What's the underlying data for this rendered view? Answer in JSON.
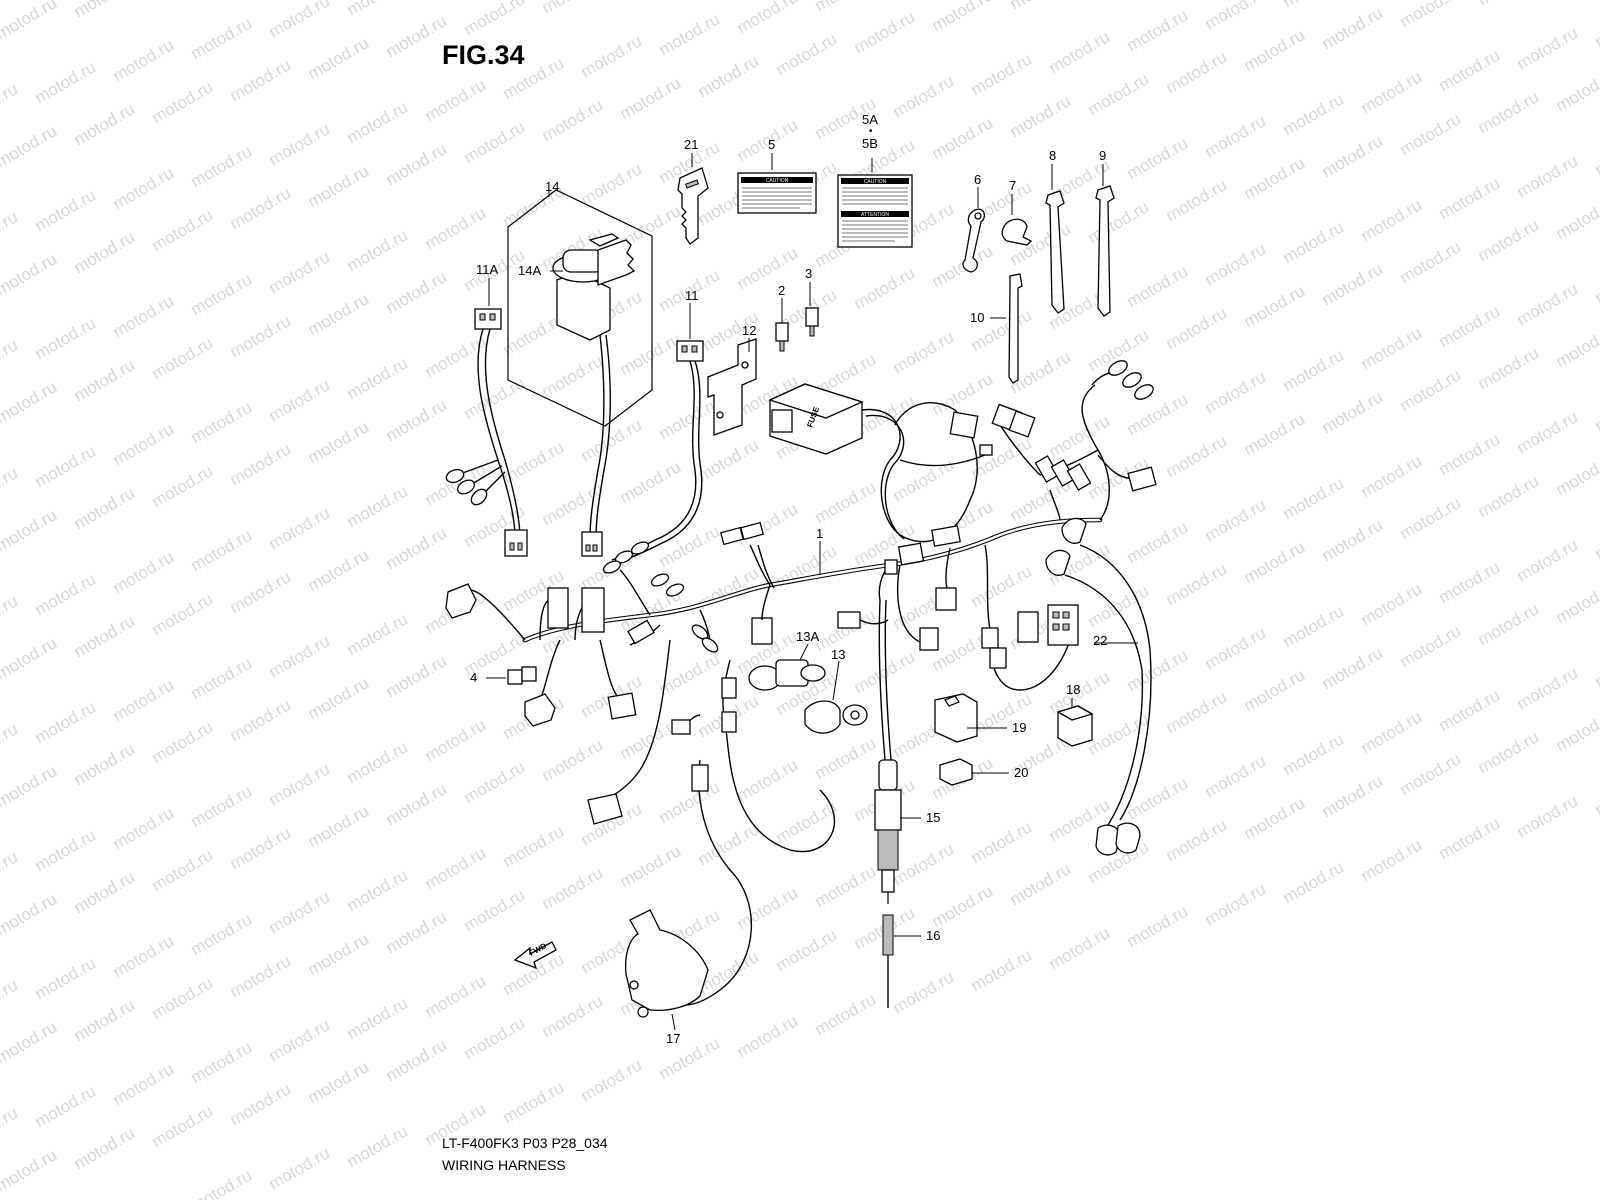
{
  "figure": {
    "title": "FIG.34",
    "model_code": "LT-F400FK3 P03 P28_034",
    "name": "WIRING HARNESS",
    "watermark": "motod.ru",
    "direction_arrow": "FWD"
  },
  "labels": {
    "caution": "CAUTION",
    "attention": "ATTENTION",
    "fuse": "FUSE"
  },
  "callouts": {
    "c1": "1",
    "c2": "2",
    "c3": "3",
    "c4": "4",
    "c5": "5",
    "c5a": "5A",
    "c5dot": "•",
    "c5b": "5B",
    "c6": "6",
    "c7": "7",
    "c8": "8",
    "c9": "9",
    "c10": "10",
    "c11": "11",
    "c11a": "11A",
    "c12": "12",
    "c13": "13",
    "c13a": "13A",
    "c14": "14",
    "c14a": "14A",
    "c15": "15",
    "c16": "16",
    "c17": "17",
    "c18": "18",
    "c19": "19",
    "c20": "20",
    "c21": "21",
    "c22": "22"
  }
}
